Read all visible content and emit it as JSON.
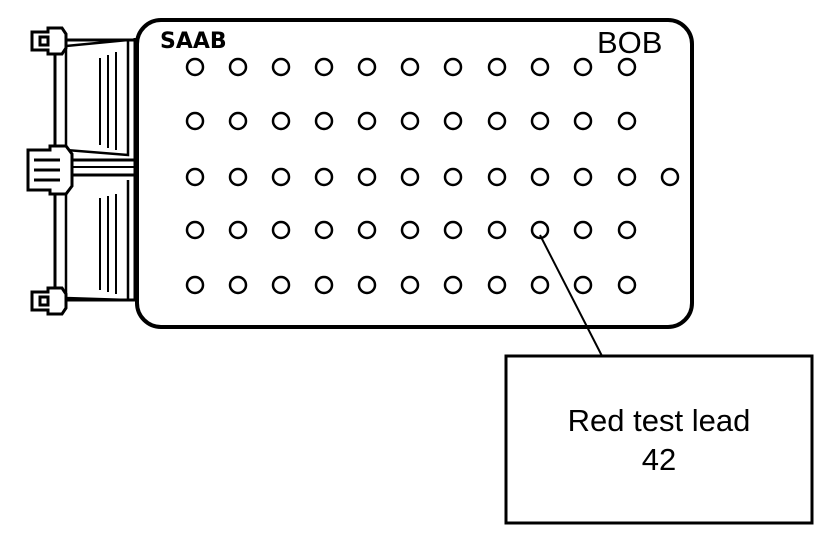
{
  "diagram": {
    "brand_label": "SAAB",
    "box_label": "BOB",
    "callout": {
      "line1": "Red test lead",
      "line2": "42"
    }
  }
}
